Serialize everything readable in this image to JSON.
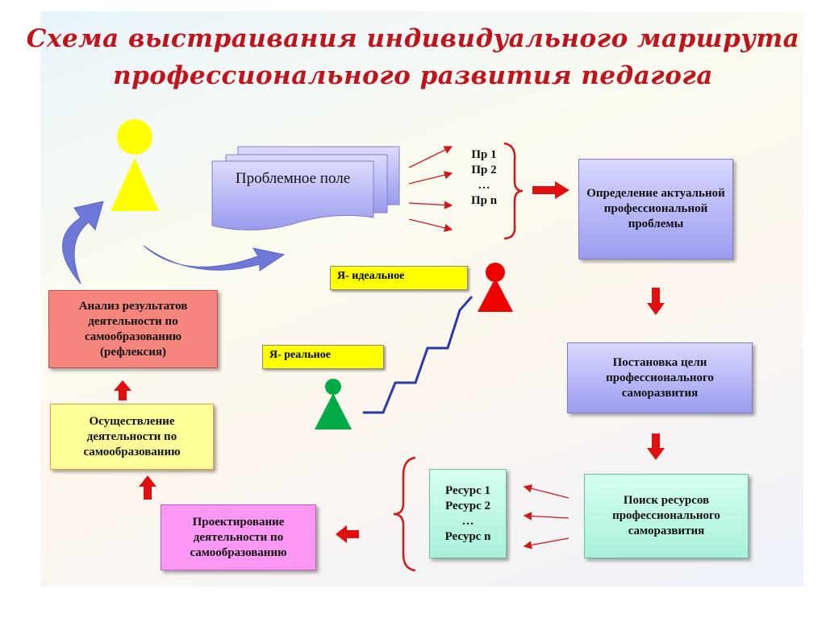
{
  "title": {
    "line1": "Схема выстраивания индивидуального маршрута",
    "line2": "профессионального развития педагога"
  },
  "problem_field": "Проблемное поле",
  "problems": [
    "Пр 1",
    "Пр 2",
    "…",
    "Пр n"
  ],
  "boxes": {
    "define": "Определение актуальной профессиональной проблемы",
    "goal": "Постановка цели профессионального саморазвития",
    "search": "Поиск ресурсов профессионального саморазвития",
    "design": "Проектирование деятельности по самообразованию",
    "implement": "Осуществление деятельности по самообразованию",
    "analysis": "Анализ результатов деятельности по самообразованию (рефлексия)"
  },
  "resources": [
    "Ресурс 1",
    "Ресурс 2",
    "…",
    "Ресурс n"
  ],
  "labels": {
    "ideal": "Я- идеальное",
    "real": "Я- реальное"
  },
  "colors": {
    "title": "#c0141c",
    "arrow": "#e01010",
    "yellow_figure": "#ffff00",
    "red_figure": "#ee0000",
    "green_figure": "#00aa44"
  }
}
